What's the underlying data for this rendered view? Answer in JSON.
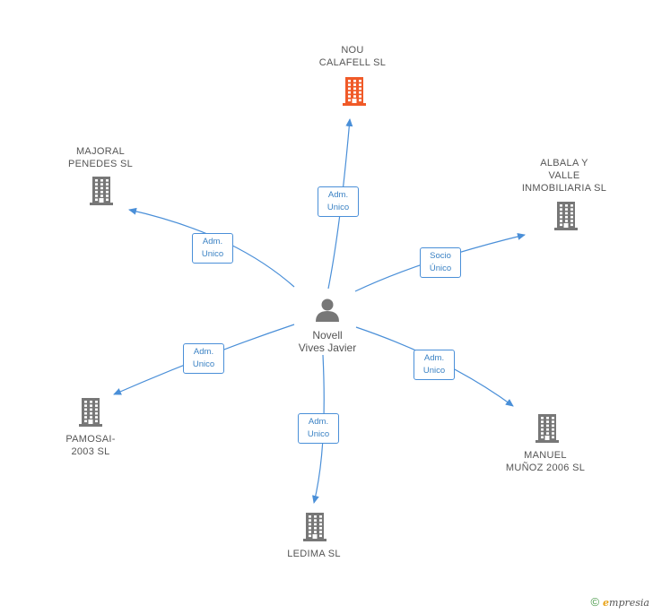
{
  "center": {
    "name_lines": [
      "Novell",
      "Vives Javier"
    ],
    "icon": "person-icon",
    "color": "#777777"
  },
  "companies": [
    {
      "id": "nou-calafell",
      "lines": [
        "NOU",
        "CALAFELL SL"
      ],
      "color": "#f05a28",
      "icon": "building-icon",
      "highlighted": true
    },
    {
      "id": "majoral-penedes",
      "lines": [
        "MAJORAL",
        "PENEDES SL"
      ],
      "color": "#777777",
      "icon": "building-icon"
    },
    {
      "id": "albala-valle",
      "lines": [
        "ALBALA Y",
        "VALLE",
        "INMOBILIARIA SL"
      ],
      "color": "#777777",
      "icon": "building-icon"
    },
    {
      "id": "pamosai",
      "lines": [
        "PAMOSAI-",
        "2003 SL"
      ],
      "color": "#777777",
      "icon": "building-icon"
    },
    {
      "id": "ledima",
      "lines": [
        "LEDIMA SL"
      ],
      "color": "#777777",
      "icon": "building-icon"
    },
    {
      "id": "manuel-munoz",
      "lines": [
        "MANUEL",
        "MUÑOZ 2006 SL"
      ],
      "color": "#777777",
      "icon": "building-icon"
    }
  ],
  "edges": [
    {
      "to": "nou-calafell",
      "lines": [
        "Adm.",
        "Unico"
      ]
    },
    {
      "to": "majoral-penedes",
      "lines": [
        "Adm.",
        "Unico"
      ]
    },
    {
      "to": "albala-valle",
      "lines": [
        "Socio",
        "Único"
      ]
    },
    {
      "to": "pamosai",
      "lines": [
        "Adm.",
        "Unico"
      ]
    },
    {
      "to": "ledima",
      "lines": [
        "Adm.",
        "Unico"
      ]
    },
    {
      "to": "manuel-munoz",
      "lines": [
        "Adm.",
        "Unico"
      ]
    }
  ],
  "edge_color": "#4a8fd8",
  "footer": {
    "copyright": "©",
    "brand_initial": "e",
    "brand_rest": "mpresia"
  }
}
